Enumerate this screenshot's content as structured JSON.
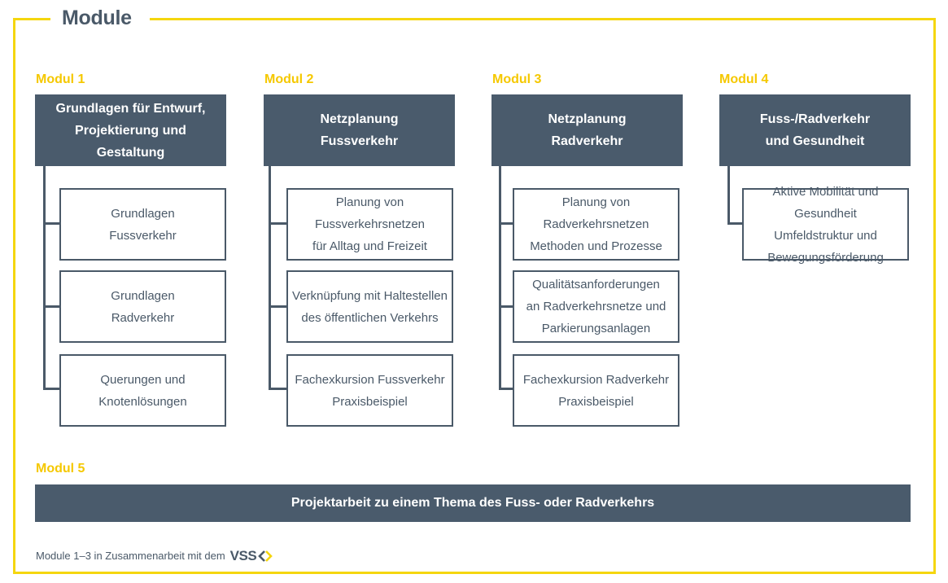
{
  "frame": {
    "title": "Module"
  },
  "modules": [
    {
      "label": "Modul 1",
      "head": [
        "Grundlagen für Entwurf,",
        "Projektierung und Gestaltung"
      ],
      "items": [
        [
          "Grundlagen",
          "Fussverkehr"
        ],
        [
          "Grundlagen",
          "Radverkehr"
        ],
        [
          "Querungen und",
          "Knotenlösungen"
        ]
      ]
    },
    {
      "label": "Modul 2",
      "head": [
        "Netzplanung",
        "Fussverkehr"
      ],
      "items": [
        [
          "Planung von",
          "Fussverkehrsnetzen",
          "für Alltag und Freizeit"
        ],
        [
          "Verknüpfung mit Haltestellen",
          "des öffentlichen Verkehrs"
        ],
        [
          "Fachexkursion Fussverkehr",
          "Praxisbeispiel"
        ]
      ]
    },
    {
      "label": "Modul 3",
      "head": [
        "Netzplanung",
        "Radverkehr"
      ],
      "items": [
        [
          "Planung von",
          "Radverkehrsnetzen",
          "Methoden und Prozesse"
        ],
        [
          "Qualitätsanforderungen",
          "an Radverkehrsnetze und",
          "Parkierungsanlagen"
        ],
        [
          "Fachexkursion Radverkehr",
          "Praxisbeispiel"
        ]
      ]
    },
    {
      "label": "Modul 4",
      "head": [
        "Fuss-/Radverkehr",
        "und Gesundheit"
      ],
      "items": [
        [
          "Aktive Mobilität und Gesundheit",
          "Umfeldstruktur und",
          "Bewegungsförderung"
        ]
      ]
    }
  ],
  "modul5": {
    "label": "Modul 5",
    "bar": "Projektarbeit zu einem Thema des Fuss- oder Radverkehrs"
  },
  "footer": {
    "text": "Module 1–3 in Zusammenarbeit mit dem",
    "logo_text": "VSS"
  },
  "colors": {
    "accent": "#f5d60f",
    "dark": "#4a5b6c",
    "text": "#4a5968"
  }
}
